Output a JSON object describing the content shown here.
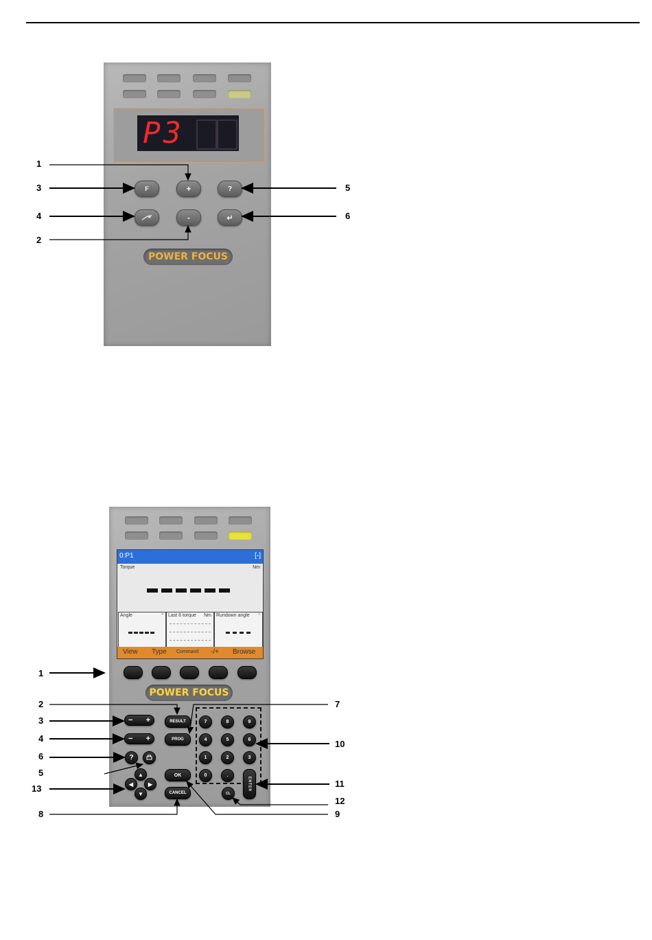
{
  "top_panel": {
    "display_text": "P3",
    "brand": "POWER FOCUS",
    "buttons": {
      "f": "F",
      "plus": "+",
      "help": "?",
      "minus": "-",
      "enter": "↵"
    },
    "callouts": [
      "1",
      "2",
      "3",
      "4",
      "5",
      "6"
    ]
  },
  "bottom_panel": {
    "brand": "POWER FOCUS",
    "lcd": {
      "title_left": "0:P1",
      "title_right": "[-]",
      "torque_label": "Torque",
      "torque_unit": "Nm",
      "cells": [
        {
          "label": "Angle",
          "mark": "°"
        },
        {
          "label": "Last 6 torque",
          "unit": "Nm"
        },
        {
          "label": "Rundown angle",
          "mark": "°"
        }
      ],
      "softkeys": [
        "View",
        "Type",
        "Command",
        "-/+",
        "Browse"
      ]
    },
    "buttons": {
      "result": "RESULT",
      "prog": "PROG",
      "ok": "OK",
      "cancel": "CANCEL",
      "cl": "CL",
      "enter": "ENTER",
      "help": "?",
      "minus": "−",
      "plus": "+",
      "keypad": [
        "7",
        "8",
        "9",
        "4",
        "5",
        "6",
        "1",
        "2",
        "3",
        "0",
        "."
      ]
    },
    "callouts": [
      "1",
      "2",
      "3",
      "4",
      "6",
      "5",
      "13",
      "8",
      "7",
      "10",
      "11",
      "12",
      "9"
    ]
  }
}
